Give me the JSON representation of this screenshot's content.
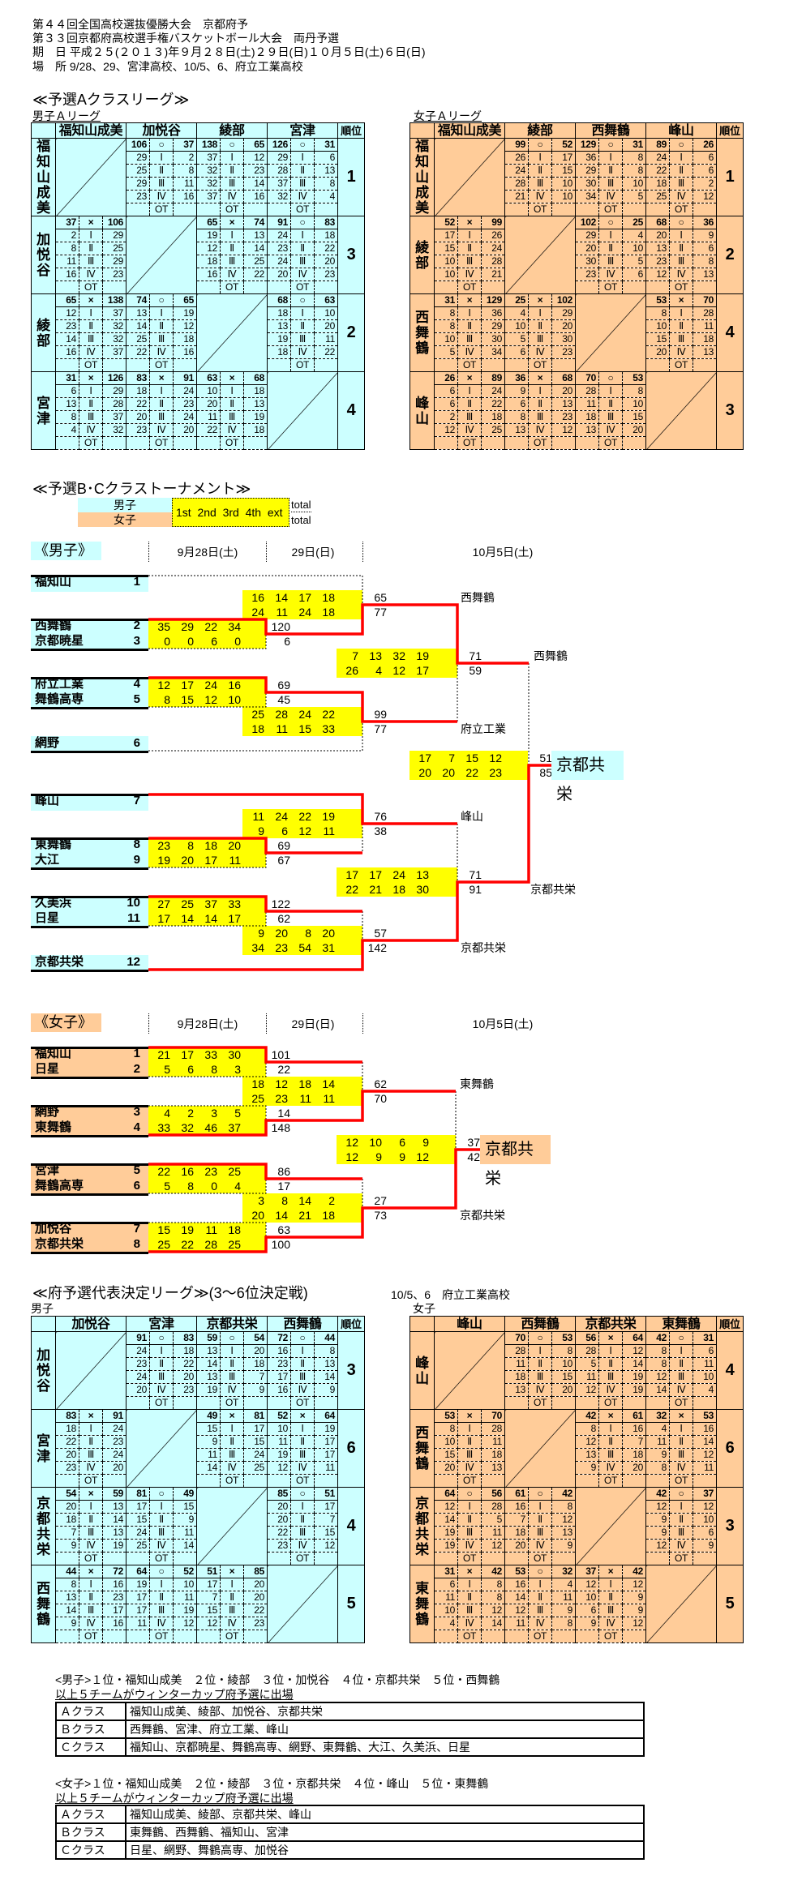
{
  "header": {
    "line1": "第４４回全国高校選抜優勝大会　京都府予",
    "line2": "第３３回京都府高校選手権バスケットボール大会　両丹予選",
    "line3": "期　日 平成２５(２０１３)年９月２８日(土)２９日(日)１０月５日(土)６日(日)",
    "line4": "場　所 9/28、29、宮津高校、10/5、6、府立工業高校"
  },
  "colors": {
    "male": "#CCFFFF",
    "female": "#FFCC99",
    "score_block": "#FFFF00",
    "winner_line": "#FF0000"
  },
  "section_a": {
    "title": "≪予選Aクラスリーグ≫"
  },
  "league_common": {
    "rank_header": "順位",
    "ot": "OT",
    "win": "○",
    "loss": "×",
    "periods": [
      "Ⅰ",
      "Ⅱ",
      "Ⅲ",
      "Ⅳ"
    ]
  },
  "leagues": {
    "male_a": {
      "label": "男子Ａリーグ",
      "teams": [
        "福知山成美",
        "加悦谷",
        "綾部",
        "宮津"
      ],
      "ranks": [
        1,
        3,
        2,
        4
      ],
      "matches": [
        [
          0,
          1,
          106,
          37,
          [
            [
              29,
              2
            ],
            [
              25,
              8
            ],
            [
              29,
              11
            ],
            [
              23,
              16
            ]
          ]
        ],
        [
          0,
          2,
          138,
          65,
          [
            [
              37,
              12
            ],
            [
              32,
              23
            ],
            [
              32,
              14
            ],
            [
              37,
              16
            ]
          ]
        ],
        [
          0,
          3,
          126,
          31,
          [
            [
              29,
              6
            ],
            [
              28,
              13
            ],
            [
              37,
              8
            ],
            [
              32,
              4
            ]
          ]
        ],
        [
          1,
          2,
          65,
          74,
          [
            [
              19,
              13
            ],
            [
              12,
              14
            ],
            [
              18,
              25
            ],
            [
              16,
              22
            ]
          ]
        ],
        [
          1,
          3,
          91,
          83,
          [
            [
              24,
              18
            ],
            [
              23,
              22
            ],
            [
              24,
              20
            ],
            [
              20,
              23
            ]
          ]
        ],
        [
          2,
          3,
          68,
          63,
          [
            [
              18,
              10
            ],
            [
              13,
              20
            ],
            [
              19,
              11
            ],
            [
              18,
              22
            ]
          ]
        ]
      ]
    },
    "female_a": {
      "label": "女子Ａリーグ",
      "teams": [
        "福知山成美",
        "綾部",
        "西舞鶴",
        "峰山"
      ],
      "ranks": [
        1,
        2,
        4,
        3
      ],
      "matches": [
        [
          0,
          1,
          99,
          52,
          [
            [
              26,
              17
            ],
            [
              24,
              15
            ],
            [
              28,
              10
            ],
            [
              21,
              10
            ]
          ]
        ],
        [
          0,
          2,
          129,
          31,
          [
            [
              36,
              8
            ],
            [
              29,
              8
            ],
            [
              30,
              10
            ],
            [
              34,
              5
            ]
          ]
        ],
        [
          0,
          3,
          89,
          26,
          [
            [
              24,
              6
            ],
            [
              22,
              6
            ],
            [
              18,
              2
            ],
            [
              25,
              12
            ]
          ]
        ],
        [
          1,
          2,
          102,
          25,
          [
            [
              29,
              4
            ],
            [
              20,
              10
            ],
            [
              30,
              5
            ],
            [
              23,
              6
            ]
          ]
        ],
        [
          1,
          3,
          68,
          36,
          [
            [
              20,
              9
            ],
            [
              13,
              6
            ],
            [
              23,
              8
            ],
            [
              12,
              13
            ]
          ]
        ],
        [
          2,
          3,
          53,
          70,
          [
            [
              8,
              28
            ],
            [
              10,
              11
            ],
            [
              15,
              18
            ],
            [
              20,
              13
            ]
          ]
        ]
      ]
    },
    "male_rep": {
      "label": "男子",
      "teams": [
        "加悦谷",
        "宮津",
        "京都共栄",
        "西舞鶴"
      ],
      "ranks": [
        3,
        6,
        4,
        5
      ],
      "matches": [
        [
          0,
          1,
          91,
          83,
          [
            [
              24,
              18
            ],
            [
              23,
              22
            ],
            [
              24,
              20
            ],
            [
              20,
              23
            ]
          ]
        ],
        [
          0,
          2,
          59,
          54,
          [
            [
              13,
              20
            ],
            [
              14,
              18
            ],
            [
              13,
              7
            ],
            [
              19,
              9
            ]
          ]
        ],
        [
          0,
          3,
          72,
          44,
          [
            [
              16,
              8
            ],
            [
              23,
              13
            ],
            [
              17,
              14
            ],
            [
              16,
              9
            ]
          ]
        ],
        [
          1,
          2,
          49,
          81,
          [
            [
              15,
              17
            ],
            [
              9,
              15
            ],
            [
              11,
              24
            ],
            [
              14,
              25
            ]
          ]
        ],
        [
          1,
          3,
          52,
          64,
          [
            [
              10,
              19
            ],
            [
              11,
              17
            ],
            [
              19,
              17
            ],
            [
              12,
              11
            ]
          ]
        ],
        [
          2,
          3,
          85,
          51,
          [
            [
              20,
              17
            ],
            [
              20,
              7
            ],
            [
              22,
              15
            ],
            [
              23,
              12
            ]
          ]
        ]
      ]
    },
    "female_rep": {
      "label": "女子",
      "teams": [
        "峰山",
        "西舞鶴",
        "京都共栄",
        "東舞鶴"
      ],
      "ranks": [
        4,
        6,
        3,
        5
      ],
      "matches": [
        [
          0,
          1,
          70,
          53,
          [
            [
              28,
              8
            ],
            [
              11,
              10
            ],
            [
              18,
              15
            ],
            [
              13,
              20
            ]
          ]
        ],
        [
          0,
          2,
          56,
          64,
          [
            [
              28,
              12
            ],
            [
              5,
              14
            ],
            [
              11,
              19
            ],
            [
              12,
              19
            ]
          ]
        ],
        [
          0,
          3,
          42,
          31,
          [
            [
              8,
              6
            ],
            [
              8,
              11
            ],
            [
              12,
              10
            ],
            [
              14,
              4
            ]
          ]
        ],
        [
          1,
          2,
          42,
          61,
          [
            [
              8,
              16
            ],
            [
              12,
              7
            ],
            [
              13,
              18
            ],
            [
              9,
              20
            ]
          ]
        ],
        [
          1,
          3,
          32,
          53,
          [
            [
              4,
              16
            ],
            [
              11,
              14
            ],
            [
              9,
              12
            ],
            [
              8,
              11
            ]
          ]
        ],
        [
          2,
          3,
          42,
          37,
          [
            [
              12,
              12
            ],
            [
              9,
              10
            ],
            [
              9,
              6
            ],
            [
              12,
              9
            ]
          ]
        ]
      ]
    }
  },
  "section_bc": {
    "title": "≪予選B･Cクラストーナメント≫",
    "legend": {
      "male": "男子",
      "female": "女子",
      "periods": "1st  2nd  3rd  4th  ext",
      "total_top": "total",
      "total_bottom": "total"
    }
  },
  "brackets": {
    "male": {
      "title": "《男子》",
      "dates": [
        "9月28日(土)",
        "29日(日)",
        "10月5日(土)"
      ],
      "teams": [
        {
          "name": "福知山",
          "seed": 1
        },
        {
          "name": "西舞鶴",
          "seed": 2
        },
        {
          "name": "京都暁星",
          "seed": 3
        },
        {
          "name": "府立工業",
          "seed": 4
        },
        {
          "name": "舞鶴高専",
          "seed": 5
        },
        {
          "name": "網野",
          "seed": 6
        },
        {
          "name": "峰山",
          "seed": 7
        },
        {
          "name": "東舞鶴",
          "seed": 8
        },
        {
          "name": "大江",
          "seed": 9
        },
        {
          "name": "久美浜",
          "seed": 10
        },
        {
          "name": "日星",
          "seed": 11
        },
        {
          "name": "京都共栄",
          "seed": 12
        }
      ],
      "matches": [
        {
          "top": {
            "q": [
              35,
              29,
              22,
              34
            ],
            "total": 120
          },
          "bottom": {
            "q": [
              0,
              0,
              6,
              0
            ],
            "total": 6
          }
        },
        {
          "top": {
            "q": [
              12,
              17,
              24,
              16
            ],
            "total": 69
          },
          "bottom": {
            "q": [
              8,
              15,
              12,
              10
            ],
            "total": 45
          }
        },
        {
          "top": {
            "q": [
              23,
              8,
              18,
              20
            ],
            "total": 69
          },
          "bottom": {
            "q": [
              19,
              20,
              17,
              11
            ],
            "total": 67
          }
        },
        {
          "top": {
            "q": [
              27,
              25,
              37,
              33
            ],
            "total": 122
          },
          "bottom": {
            "q": [
              17,
              14,
              14,
              17
            ],
            "total": 62
          }
        },
        {
          "top": {
            "q": [
              16,
              14,
              17,
              18
            ],
            "total": 65
          },
          "bottom": {
            "q": [
              24,
              11,
              24,
              18
            ],
            "total": 77
          },
          "winner_label": "西舞鶴"
        },
        {
          "top": {
            "q": [
              25,
              28,
              24,
              22
            ],
            "total": 99
          },
          "bottom": {
            "q": [
              18,
              11,
              15,
              33
            ],
            "total": 77
          },
          "winner_label": "府立工業"
        },
        {
          "top": {
            "q": [
              11,
              24,
              22,
              19
            ],
            "total": 76
          },
          "bottom": {
            "q": [
              9,
              6,
              12,
              11
            ],
            "total": 38
          },
          "winner_label": "峰山"
        },
        {
          "top": {
            "q": [
              9,
              20,
              8,
              20
            ],
            "total": 57
          },
          "bottom": {
            "q": [
              34,
              23,
              54,
              31
            ],
            "total": 142
          },
          "winner_label": "京都共栄"
        },
        {
          "top": {
            "q": [
              7,
              13,
              32,
              19
            ],
            "total": 71
          },
          "bottom": {
            "q": [
              26,
              4,
              12,
              17
            ],
            "total": 59
          },
          "winner_label": "西舞鶴"
        },
        {
          "top": {
            "q": [
              17,
              17,
              24,
              13
            ],
            "total": 71
          },
          "bottom": {
            "q": [
              22,
              21,
              18,
              30
            ],
            "total": 91
          },
          "winner_label": "京都共栄"
        },
        {
          "top": {
            "q": [
              17,
              7,
              15,
              12
            ],
            "total": 51
          },
          "bottom": {
            "q": [
              20,
              20,
              22,
              23
            ],
            "total": 85
          }
        }
      ],
      "champion": "京都共栄"
    },
    "female": {
      "title": "《女子》",
      "dates": [
        "9月28日(土)",
        "29日(日)",
        "10月5日(土)"
      ],
      "teams": [
        {
          "name": "福知山",
          "seed": 1
        },
        {
          "name": "日星",
          "seed": 2
        },
        {
          "name": "網野",
          "seed": 3
        },
        {
          "name": "東舞鶴",
          "seed": 4
        },
        {
          "name": "宮津",
          "seed": 5
        },
        {
          "name": "舞鶴高専",
          "seed": 6
        },
        {
          "name": "加悦谷",
          "seed": 7
        },
        {
          "name": "京都共栄",
          "seed": 8
        }
      ],
      "matches": [
        {
          "top": {
            "q": [
              21,
              17,
              33,
              30
            ],
            "total": 101
          },
          "bottom": {
            "q": [
              5,
              6,
              8,
              3
            ],
            "total": 22
          }
        },
        {
          "top": {
            "q": [
              4,
              2,
              3,
              5
            ],
            "total": 14
          },
          "bottom": {
            "q": [
              33,
              32,
              46,
              37
            ],
            "total": 148
          }
        },
        {
          "top": {
            "q": [
              22,
              16,
              23,
              25
            ],
            "total": 86
          },
          "bottom": {
            "q": [
              5,
              8,
              0,
              4
            ],
            "total": 17
          }
        },
        {
          "top": {
            "q": [
              15,
              19,
              11,
              18
            ],
            "total": 63
          },
          "bottom": {
            "q": [
              25,
              22,
              28,
              25
            ],
            "total": 100
          }
        },
        {
          "top": {
            "q": [
              18,
              12,
              18,
              14
            ],
            "total": 62
          },
          "bottom": {
            "q": [
              25,
              23,
              11,
              11
            ],
            "total": 70
          },
          "winner_label": "東舞鶴"
        },
        {
          "top": {
            "q": [
              3,
              8,
              14,
              2
            ],
            "total": 27
          },
          "bottom": {
            "q": [
              20,
              14,
              21,
              18
            ],
            "total": 73
          },
          "winner_label": "京都共栄"
        },
        {
          "top": {
            "q": [
              12,
              10,
              6,
              9
            ],
            "total": 37
          },
          "bottom": {
            "q": [
              12,
              9,
              9,
              12
            ],
            "total": 42
          }
        }
      ],
      "champion": "京都共栄"
    }
  },
  "section_rep": {
    "title": "≪府予選代表決定リーグ≫(3～6位決定戦)",
    "venue": "10/5、6　府立工業高校"
  },
  "summary": {
    "male": {
      "ranking": "<男子>１位・福知山成美　２位・綾部　３位・加悦谷　４位・京都共栄　５位・西舞鶴",
      "note": "以上５チームがウィンターカップ府予選に出場",
      "classes": [
        {
          "label": "Ａクラス",
          "teams": "福知山成美、綾部、加悦谷、京都共栄"
        },
        {
          "label": "Ｂクラス",
          "teams": "西舞鶴、宮津、府立工業、峰山"
        },
        {
          "label": "Ｃクラス",
          "teams": "福知山、京都暁星、舞鶴高専、網野、東舞鶴、大江、久美浜、日星"
        }
      ]
    },
    "female": {
      "ranking": "<女子>１位・福知山成美　２位・綾部　３位・京都共栄　４位・峰山　５位・東舞鶴",
      "note": "以上５チームがウィンターカップ府予選に出場",
      "classes": [
        {
          "label": "Ａクラス",
          "teams": "福知山成美、綾部、京都共栄、峰山"
        },
        {
          "label": "Ｂクラス",
          "teams": "東舞鶴、西舞鶴、福知山、宮津"
        },
        {
          "label": "Ｃクラス",
          "teams": "日星、網野、舞鶴高専、加悦谷"
        }
      ]
    }
  }
}
